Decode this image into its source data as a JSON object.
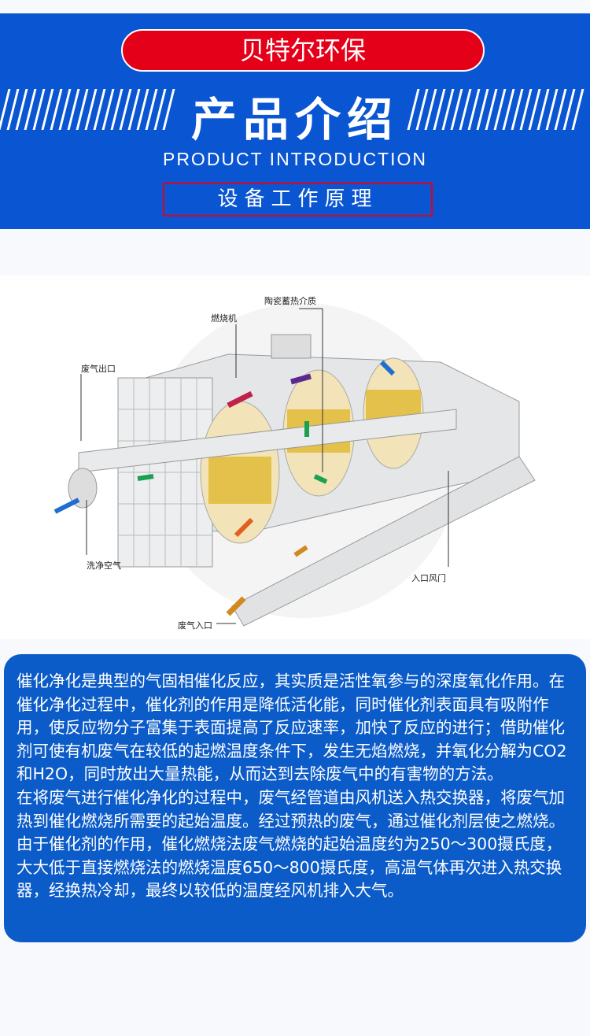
{
  "banner": {
    "brand": "贝特尔环保",
    "title": "产品介绍",
    "subtitle": "PRODUCT INTRODUCTION",
    "section": "设备工作原理"
  },
  "diagram": {
    "labels": {
      "ceramic": "陶瓷蓄热介质",
      "burner": "燃烧机",
      "outlet": "废气出口",
      "clean_air": "洗净空气",
      "inlet_damper": "入口风门",
      "inlet": "废气入口"
    }
  },
  "description": {
    "paragraphs": [
      "催化净化是典型的气固相催化反应，其实质是活性氧参与的深度氧化作用。在催化净化过程中，催化剂的作用是降低活化能，同时催化剂表面具有吸附作用，使反应物分子富集于表面提高了反应速率，加快了反应的进行；借助催化剂可使有机废气在较低的起燃温度条件下，发生无焰燃烧，并氧化分解为CO2和H2O，同时放出大量热能，从而达到去除废气中的有害物的方法。",
      "在将废气进行催化净化的过程中，废气经管道由风机送入热交换器，将废气加热到催化燃烧所需要的起始温度。经过预热的废气，通过催化剂层使之燃烧。由于催化剂的作用，催化燃烧法废气燃烧的起始温度约为250～300摄氏度，大大低于直接燃烧法的燃烧温度650～800摄氏度，高温气体再次进入热交换器，经换热冷却，最终以较低的温度经风机排入大气。"
    ]
  }
}
